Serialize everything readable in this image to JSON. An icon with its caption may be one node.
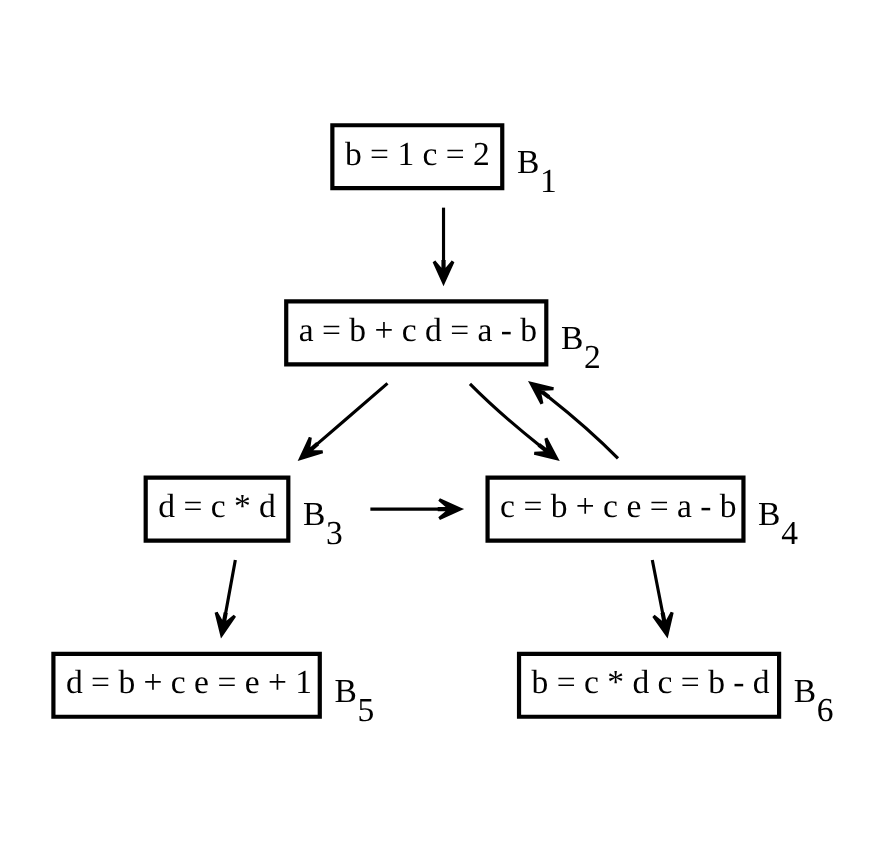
{
  "diagram": {
    "nodes": [
      {
        "text": [
          "b = 1 c = 2"
        ],
        "beside": [
          "B$_{1}$"
        ]
      },
      {
        "text": [
          "a = b + c d = a - b"
        ],
        "beside": [
          "B$_{2}$"
        ]
      },
      {
        "text": [
          "d = c * d"
        ],
        "beside": [
          "B$_{3}$"
        ]
      },
      {
        "text": [
          "c = b + c e = a - b"
        ],
        "beside": [
          "B$_{4}$"
        ]
      },
      {
        "text": [
          "d = b + c e = e + 1"
        ],
        "beside": [
          "B$_{5}$"
        ]
      },
      {
        "text": [
          "b = c * d c = b - d"
        ],
        "beside": [
          "B$_{6}$"
        ]
      }
    ],
    "edges": [
      {
        "from": 0,
        "to": 1,
        "arrow": "to"
      },
      {
        "from": 1,
        "to": 2,
        "arrow": "to"
      },
      {
        "from": 1,
        "to": 3,
        "arrow": "to"
      },
      {
        "from": 2,
        "to": 3,
        "arrow": "to"
      },
      {
        "from": 3,
        "to": 1,
        "arrow": "to"
      },
      {
        "from": 2,
        "to": 4,
        "arrow": "to"
      },
      {
        "from": 3,
        "to": 5,
        "arrow": "to"
      }
    ]
  }
}
